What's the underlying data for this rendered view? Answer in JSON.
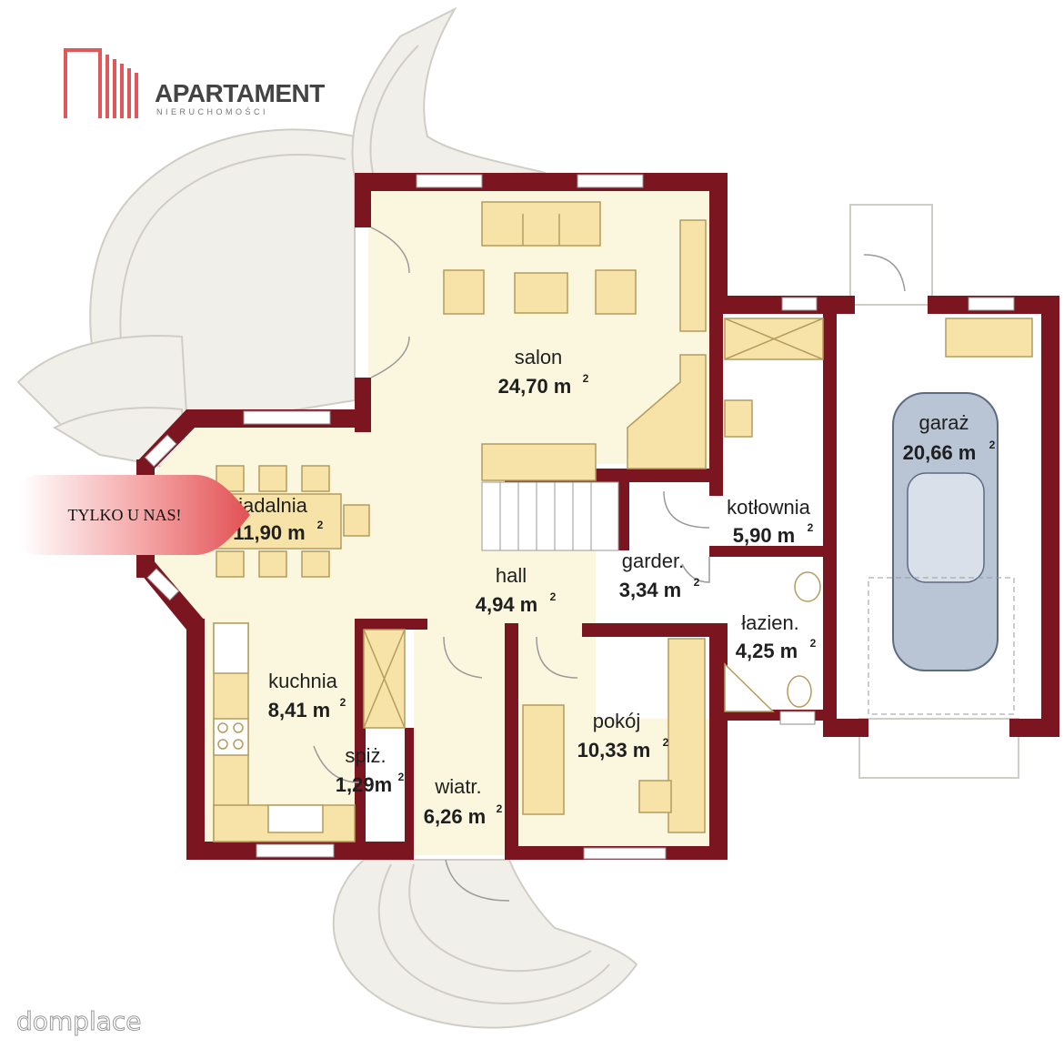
{
  "logo": {
    "name": "APARTAMENT",
    "subtitle": "NIERUCHOMOŚCI",
    "color": "#e0585a"
  },
  "badge": {
    "text": "TYLKO U NAS!",
    "color": "#e15053"
  },
  "watermark": "domplace",
  "colors": {
    "wall": "#7b1620",
    "floor": "#fbf7df",
    "furniture": "#f7e3a8",
    "terrace": "#f1efe9",
    "car": "#b9c4d4"
  },
  "rooms": [
    {
      "id": "salon",
      "name": "salon",
      "area": "24,70 m",
      "sup": "2"
    },
    {
      "id": "jadalnia",
      "name": "jadalnia",
      "area": "11,90 m",
      "sup": "2"
    },
    {
      "id": "hall",
      "name": "hall",
      "area": "4,94 m",
      "sup": "2"
    },
    {
      "id": "garder",
      "name": "garder.",
      "area": "3,34 m",
      "sup": "2"
    },
    {
      "id": "kotlownia",
      "name": "kotłownia",
      "area": "5,90 m",
      "sup": "2"
    },
    {
      "id": "garaz",
      "name": "garaż",
      "area": "20,66 m",
      "sup": "2"
    },
    {
      "id": "lazien",
      "name": "łazien.",
      "area": "4,25 m",
      "sup": "2"
    },
    {
      "id": "kuchnia",
      "name": "kuchnia",
      "area": "8,41 m",
      "sup": "2"
    },
    {
      "id": "spiz",
      "name": "spiż.",
      "area": "1,29m",
      "sup": "2"
    },
    {
      "id": "wiatr",
      "name": "wiatr.",
      "area": "6,26 m",
      "sup": "2"
    },
    {
      "id": "pokoj",
      "name": "pokój",
      "area": "10,33 m",
      "sup": "2"
    }
  ]
}
